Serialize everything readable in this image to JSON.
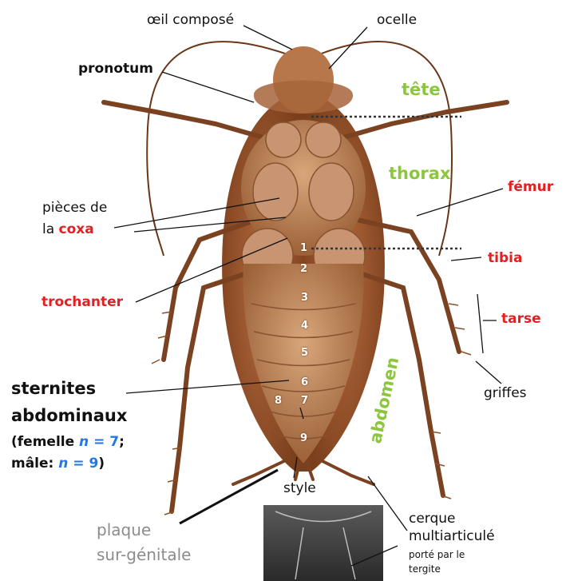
{
  "labels": {
    "oeil": "œil composé",
    "ocelle": "ocelle",
    "pronotum": "pronotum",
    "tete": "tête",
    "thorax": "thorax",
    "abdomen": "abdomen",
    "femur": "fémur",
    "tibia": "tibia",
    "tarse": "tarse",
    "griffes": "griffes",
    "pieces1": "pièces de",
    "pieces2": "la",
    "coxa": "coxa",
    "trochanter": "trochanter",
    "sternites1": "sternites",
    "sternites2": "abdominaux",
    "femelle_open": "(femelle ",
    "femelle_n": "n",
    "femelle_val": " = 7",
    "femelle_close": ";",
    "male_open": "mâle: ",
    "male_n": "n",
    "male_val": " = 9",
    "male_close": ")",
    "style": "style",
    "plaque1": "plaque",
    "plaque2": "sur-génitale",
    "cerque1": "cerque",
    "cerque2": "multiarticulé",
    "porte1": "porté par le",
    "porte2": "tergite"
  },
  "segments": [
    "1",
    "2",
    "3",
    "4",
    "5",
    "6",
    "7",
    "8",
    "9"
  ]
}
